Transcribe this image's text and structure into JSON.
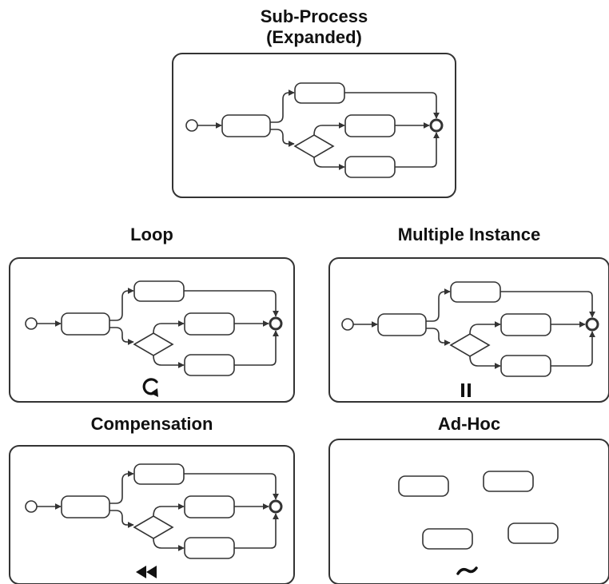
{
  "titles": {
    "subprocess_line1": "Sub-Process",
    "subprocess_line2": "(Expanded)",
    "loop": "Loop",
    "multiple_instance": "Multiple Instance",
    "compensation": "Compensation",
    "adhoc": "Ad-Hoc"
  },
  "icons": {
    "loop": "loop-arrow-icon",
    "multiple_instance": "parallel-bars-icon",
    "compensation": "rewind-icon",
    "adhoc": "tilde-icon"
  },
  "colors": {
    "stroke": "#333333",
    "background": "#ffffff",
    "text": "#111111"
  }
}
